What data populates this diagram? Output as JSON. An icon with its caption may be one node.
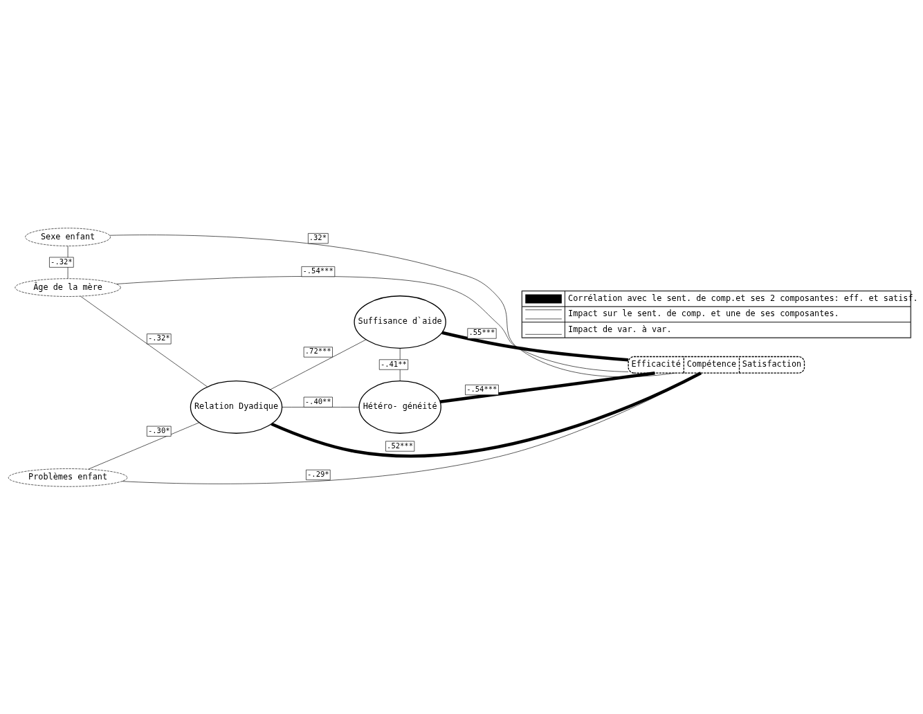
{
  "diagram": {
    "nodes": [
      {
        "text": [
          "Sexe enfant"
        ]
      },
      {
        "text": [
          "Âge de la mère"
        ]
      },
      {
        "text": [
          "Suffisance d`aide"
        ]
      },
      {
        "text": [
          "Hétéro- généité"
        ]
      },
      {
        "text": [
          "Relation Dyadique"
        ]
      },
      {
        "text": [
          "Problèmes enfant"
        ]
      },
      {
        "text": [
          "Efficacité",
          "Compétence",
          "Satisfaction"
        ]
      }
    ],
    "edges": [
      {
        "from": 0,
        "to": 1,
        "arrow": "none",
        "label": "-.32*"
      },
      {
        "from": 0,
        "to": 6,
        "arrow": "none",
        "label": ".32*"
      },
      {
        "from": 1,
        "to": 6,
        "arrow": "none",
        "label": "-.54***"
      },
      {
        "from": 1,
        "to": 4,
        "arrow": "none",
        "label": "-.32*"
      },
      {
        "from": 2,
        "to": 6,
        "arrow": "none",
        "label": ".55***",
        "style": "thick"
      },
      {
        "from": 2,
        "to": 3,
        "arrow": "none",
        "label": "-.41**"
      },
      {
        "from": 3,
        "to": 6,
        "arrow": "none",
        "label": "-.54***",
        "style": "thick"
      },
      {
        "from": 4,
        "to": 2,
        "arrow": "none",
        "label": ".72***"
      },
      {
        "from": 4,
        "to": 3,
        "arrow": "none",
        "label": "-.40**"
      },
      {
        "from": 4,
        "to": 6,
        "arrow": "none",
        "label": ".52***",
        "style": "thick"
      },
      {
        "from": 5,
        "to": 4,
        "arrow": "none",
        "label": "-.30*"
      },
      {
        "from": 5,
        "to": 6,
        "arrow": "none",
        "label": "-.29*"
      }
    ],
    "legend": [
      {
        "text": "Corrélation avec le sent. de comp.et ses 2 composantes: eff. et satisf."
      },
      {
        "text": "Impact sur le sent. de comp. et une de ses composantes."
      },
      {
        "text": "Impact de var. à var."
      }
    ]
  }
}
